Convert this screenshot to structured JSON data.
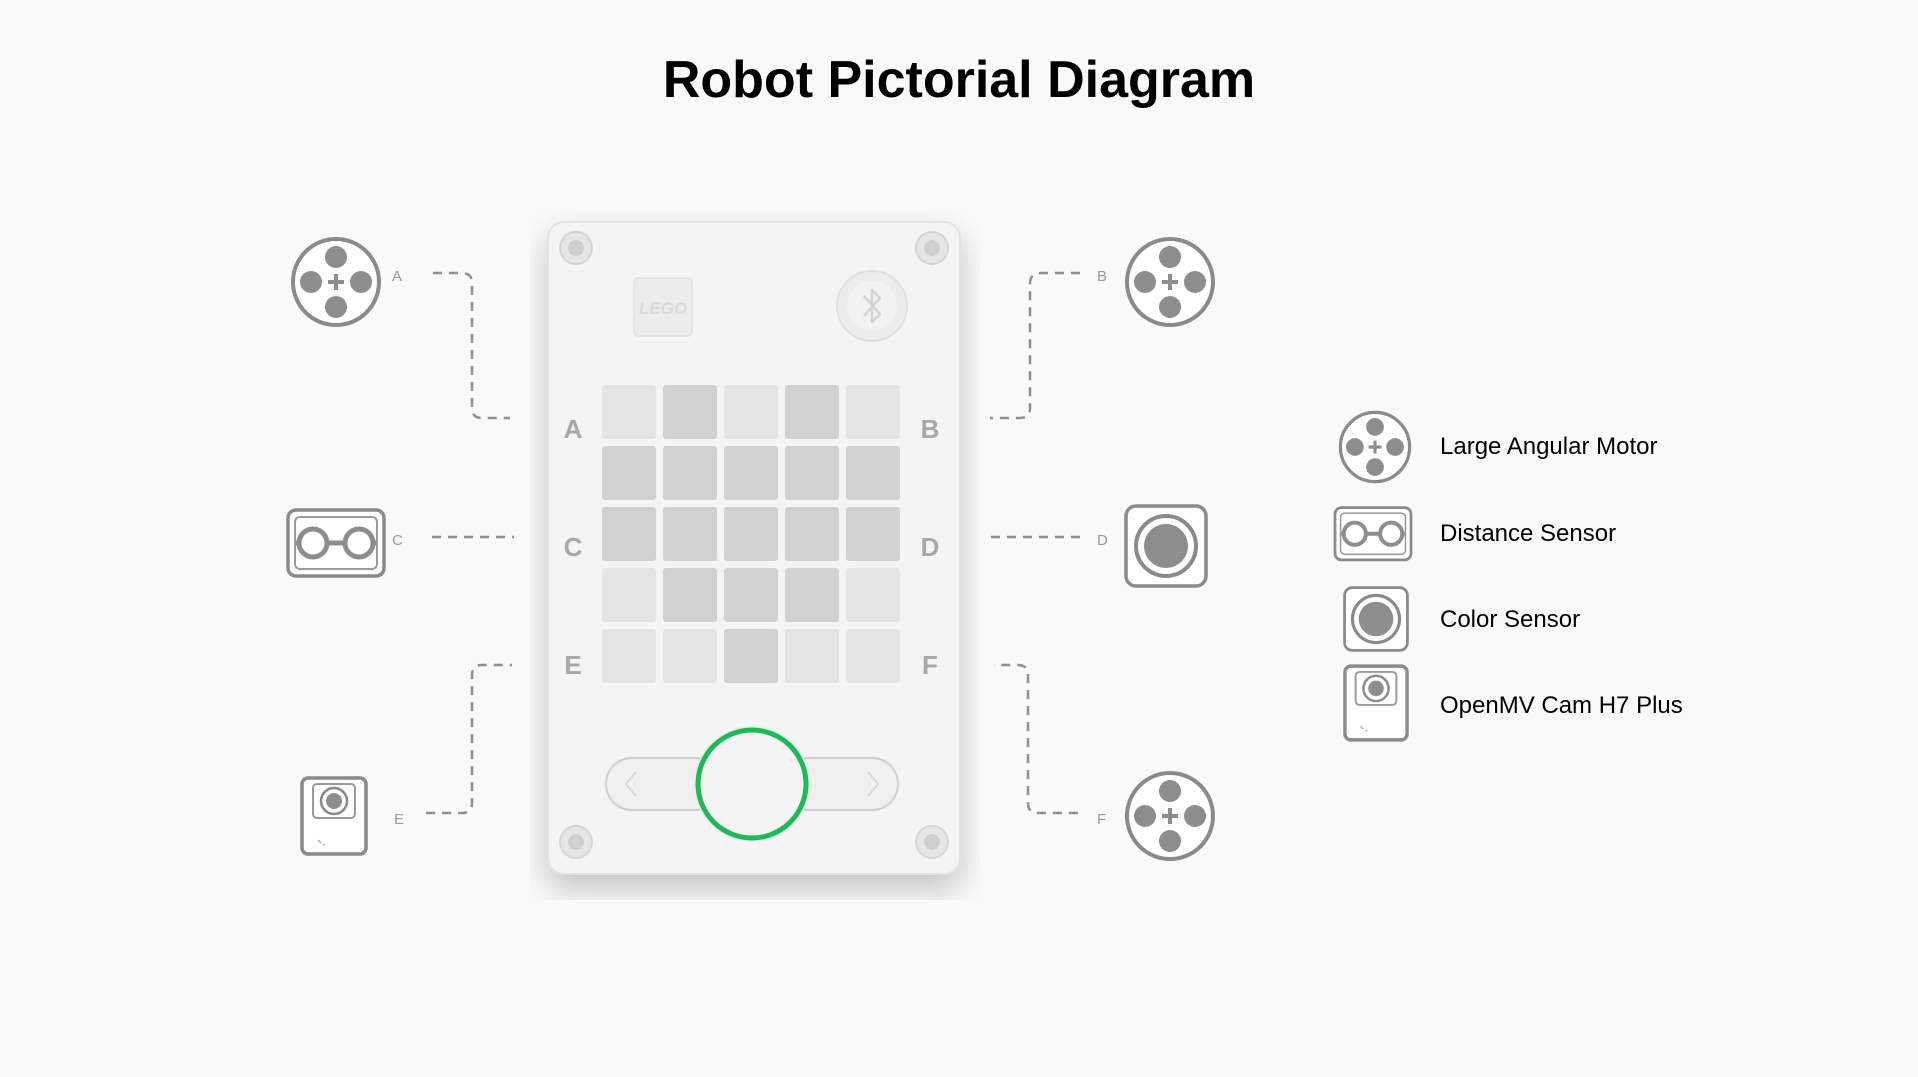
{
  "title": "Robot Pictorial Diagram",
  "ports": {
    "A": "A",
    "B": "B",
    "C": "C",
    "D": "D",
    "E": "E",
    "F": "F"
  },
  "hub": {
    "brand": "LEGO",
    "port_letters": [
      "A",
      "B",
      "C",
      "D",
      "E",
      "F"
    ],
    "matrix": [
      [
        0,
        1,
        0,
        1,
        0
      ],
      [
        1,
        1,
        1,
        1,
        1
      ],
      [
        1,
        1,
        1,
        1,
        1
      ],
      [
        0,
        1,
        1,
        1,
        0
      ],
      [
        0,
        0,
        1,
        0,
        0
      ]
    ],
    "center_button_color": "#1dbb55"
  },
  "connections": {
    "A": "large-angular-motor",
    "B": "large-angular-motor",
    "C": "distance-sensor",
    "D": "color-sensor",
    "E": "openmv-cam-h7-plus",
    "F": "large-angular-motor"
  },
  "legend": [
    {
      "icon": "large-angular-motor-icon",
      "label": "Large Angular Motor"
    },
    {
      "icon": "distance-sensor-icon",
      "label": "Distance Sensor"
    },
    {
      "icon": "color-sensor-icon",
      "label": "Color Sensor"
    },
    {
      "icon": "openmv-cam-icon",
      "label": "OpenMV Cam H7 Plus"
    }
  ],
  "colors": {
    "icon_stroke": "#8a8a8a",
    "icon_fill": "#8d8d8d",
    "dash": "#8f8f8f",
    "hub_body": "#f4f4f4"
  }
}
